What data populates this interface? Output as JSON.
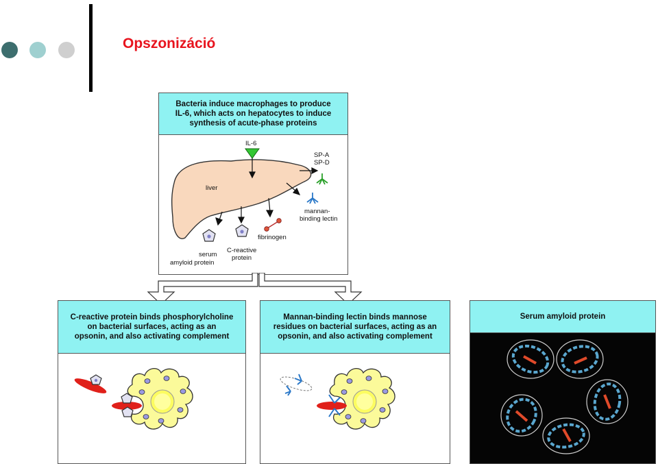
{
  "slide": {
    "title": "Opszonizáció"
  },
  "decoration": {
    "dot_colors": [
      "#3d6e6e",
      "#9fd0d0",
      "#cfcfcf"
    ],
    "title_color": "#e8141e",
    "panel_header_color": "#8ff2f2"
  },
  "top_panel": {
    "heading_lines": [
      "Bacteria induce macrophages to produce",
      "IL-6, which acts on hepatocytes to induce",
      "synthesis of acute-phase proteins"
    ],
    "labels": {
      "il6": "IL-6",
      "liver": "liver",
      "spa": "SP-A",
      "spd": "SP-D",
      "mbl_line1": "mannan-",
      "mbl_line2": "binding lectin",
      "fibrinogen": "fibrinogen",
      "saa_line1": "serum",
      "saa_line2": "amyloid protein",
      "crp_line1": "C-reactive",
      "crp_line2": "protein"
    }
  },
  "left_panel": {
    "heading_lines": [
      "C-reactive protein binds phosphorylcholine",
      "on bacterial surfaces, acting as an",
      "opsonin, and also activating complement"
    ]
  },
  "middle_panel": {
    "heading_lines": [
      "Mannan-binding lectin binds mannose",
      "residues on bacterial surfaces, acting as an",
      "opsonin, and also activating complement"
    ]
  },
  "right_panel": {
    "heading": "Serum amyloid protein"
  }
}
